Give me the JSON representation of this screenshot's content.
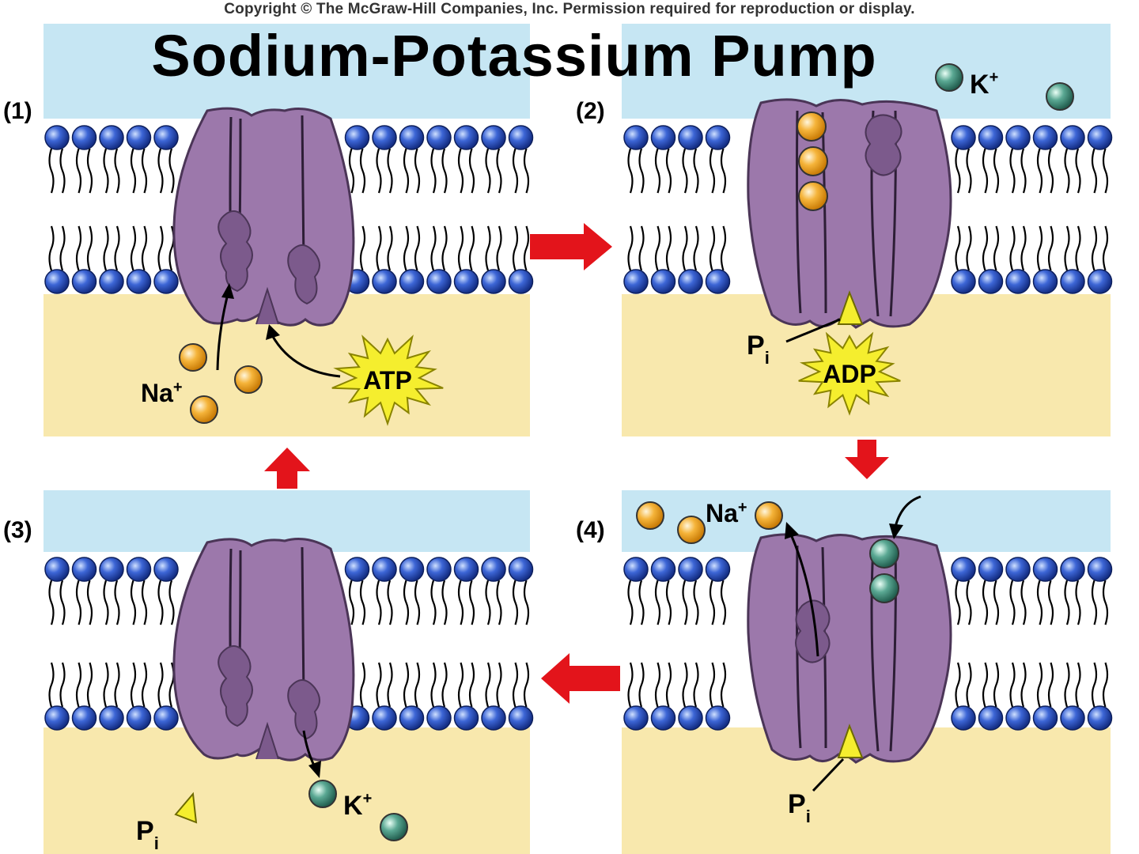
{
  "copyright": "Copyright © The McGraw-Hill Companies, Inc. Permission required for reproduction or display.",
  "title": "Sodium-Potassium Pump",
  "colors": {
    "extracellular": "#c6e6f3",
    "cytoplasm": "#f8e8ad",
    "protein": "#9c78ab",
    "protein_dark": "#7c5a8c",
    "phospholipid_head": "#2a4fbf",
    "sodium": "#f2a21e",
    "potassium": "#3f8f7a",
    "atp": "#f5ee2e",
    "arrow": "#e3141b"
  },
  "panels": [
    {
      "step": "(1)",
      "labels": {
        "na": "Na",
        "na_sup": "+",
        "atp": "ATP"
      }
    },
    {
      "step": "(2)",
      "labels": {
        "k": "K",
        "k_sup": "+",
        "pi": "P",
        "pi_sub": "i",
        "adp": "ADP"
      }
    },
    {
      "step": "(3)",
      "labels": {
        "k": "K",
        "k_sup": "+",
        "pi": "P",
        "pi_sub": "i"
      }
    },
    {
      "step": "(4)",
      "labels": {
        "na": "Na",
        "na_sup": "+",
        "pi": "P",
        "pi_sub": "i"
      }
    }
  ]
}
